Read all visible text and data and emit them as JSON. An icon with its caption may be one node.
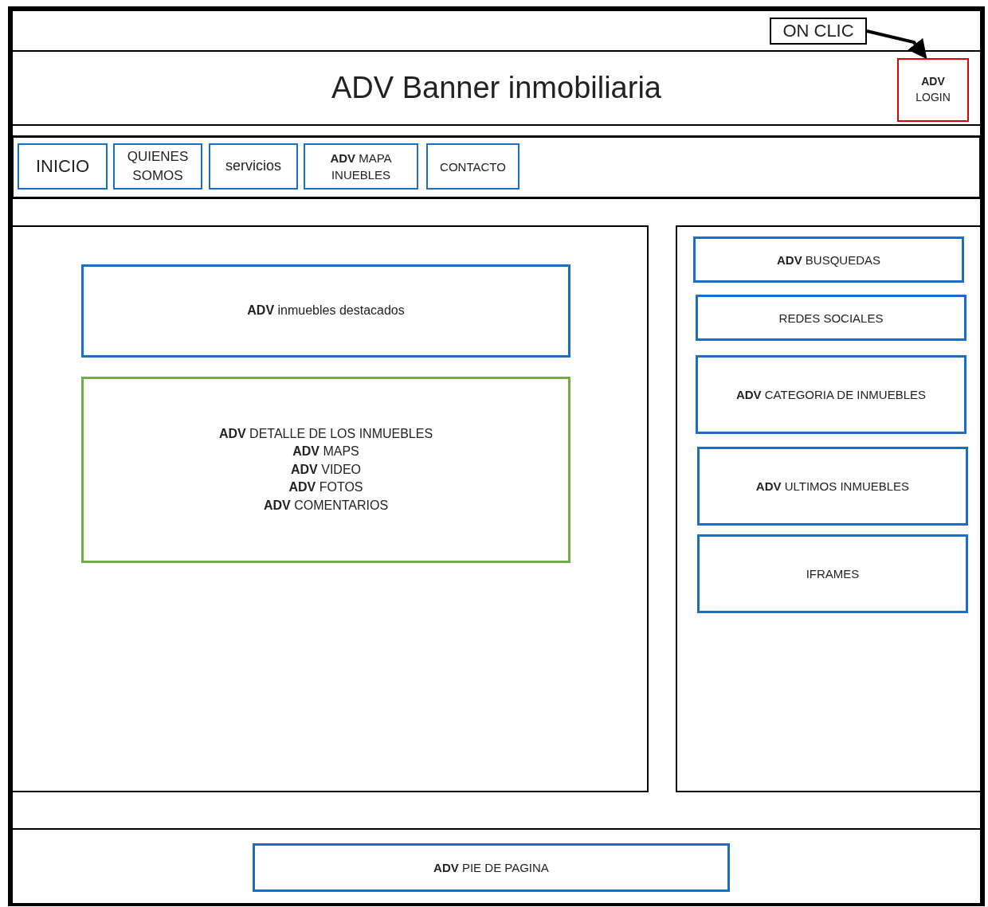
{
  "diagram": {
    "nodes": [
      {
        "text": [],
        "shape": "box"
      },
      {
        "text": [
          "ON CLIC"
        ],
        "in": 0
      },
      {
        "text": [
          "ADV Banner inmobiliaria"
        ],
        "in": 0
      },
      {
        "text": [
          "**ADV** LOGIN"
        ],
        "in": 2
      },
      {
        "text": [],
        "shape": "box",
        "in": 0
      },
      {
        "text": [
          "INICIO"
        ],
        "in": 4
      },
      {
        "text": [
          "QUIENES SOMOS"
        ],
        "in": 4
      },
      {
        "text": [
          "servicios"
        ],
        "in": 4
      },
      {
        "text": [
          "**ADV** MAPA INUEBLES"
        ],
        "in": 4
      },
      {
        "text": [
          "CONTACTO"
        ],
        "in": 4
      },
      {
        "text": [],
        "shape": "box",
        "in": 0
      },
      {
        "text": [
          "**ADV** inmuebles destacados"
        ],
        "in": 10
      },
      {
        "text": [
          "**ADV** DETALLE DE LOS INMUEBLES",
          "**ADV** MAPS",
          "**ADV** VIDEO",
          "**ADV** FOTOS",
          "**ADV** COMENTARIOS"
        ],
        "in": 10
      },
      {
        "text": [],
        "shape": "box",
        "in": 0
      },
      {
        "text": [
          "**ADV** BUSQUEDAS"
        ],
        "in": 13
      },
      {
        "text": [
          "REDES SOCIALES"
        ],
        "in": 13
      },
      {
        "text": [
          "**ADV** CATEGORIA DE INMUEBLES"
        ],
        "in": 13
      },
      {
        "text": [
          "**ADV** ULTIMOS INMUEBLES"
        ],
        "in": 13
      },
      {
        "text": [
          "IFRAMES"
        ],
        "in": 13
      },
      {
        "text": [],
        "shape": "box",
        "in": 0
      },
      {
        "text": [
          "**ADV** PIE DE PAGINA"
        ],
        "in": 19
      }
    ],
    "edges": [
      {
        "from": 1,
        "to": 3,
        "arrow": "to"
      }
    ]
  }
}
